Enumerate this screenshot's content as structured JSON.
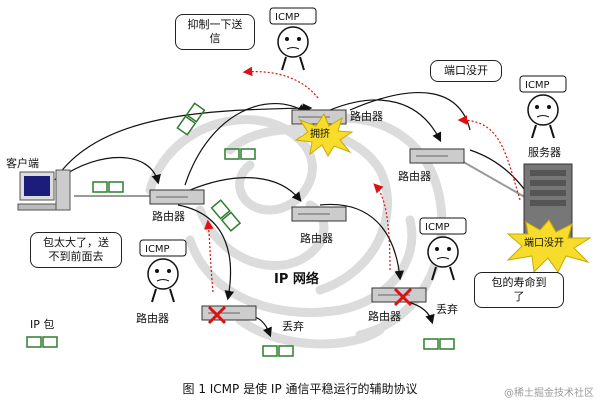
{
  "labels": {
    "client": "客户端",
    "server": "服务器",
    "router": "路由器",
    "network": "IP 网络",
    "drop": "丢弃",
    "ip_packet": "IP 包",
    "congestion": "拥挤",
    "port_closed": "端口没开"
  },
  "bubbles": {
    "suppress_line1": "抑制一下送",
    "suppress_line2": "信",
    "port_not_open": "端口没开",
    "too_big_line1": "包太大了，送",
    "too_big_line2": "不到前面去",
    "ttl_line1": "包的寿命到",
    "ttl_line2": "了"
  },
  "icmp_tag": "ICMP",
  "caption": "图 1 ICMP 是使 IP 通信平稳运行的辅助协议",
  "watermark": "@稀土掘金技术社区",
  "colors": {
    "burst": "#f7dc2b",
    "packet": "#2e7d2e",
    "arrow_red": "#d11",
    "cross": "#d11",
    "bg_swirl": "#dcdcdc"
  }
}
